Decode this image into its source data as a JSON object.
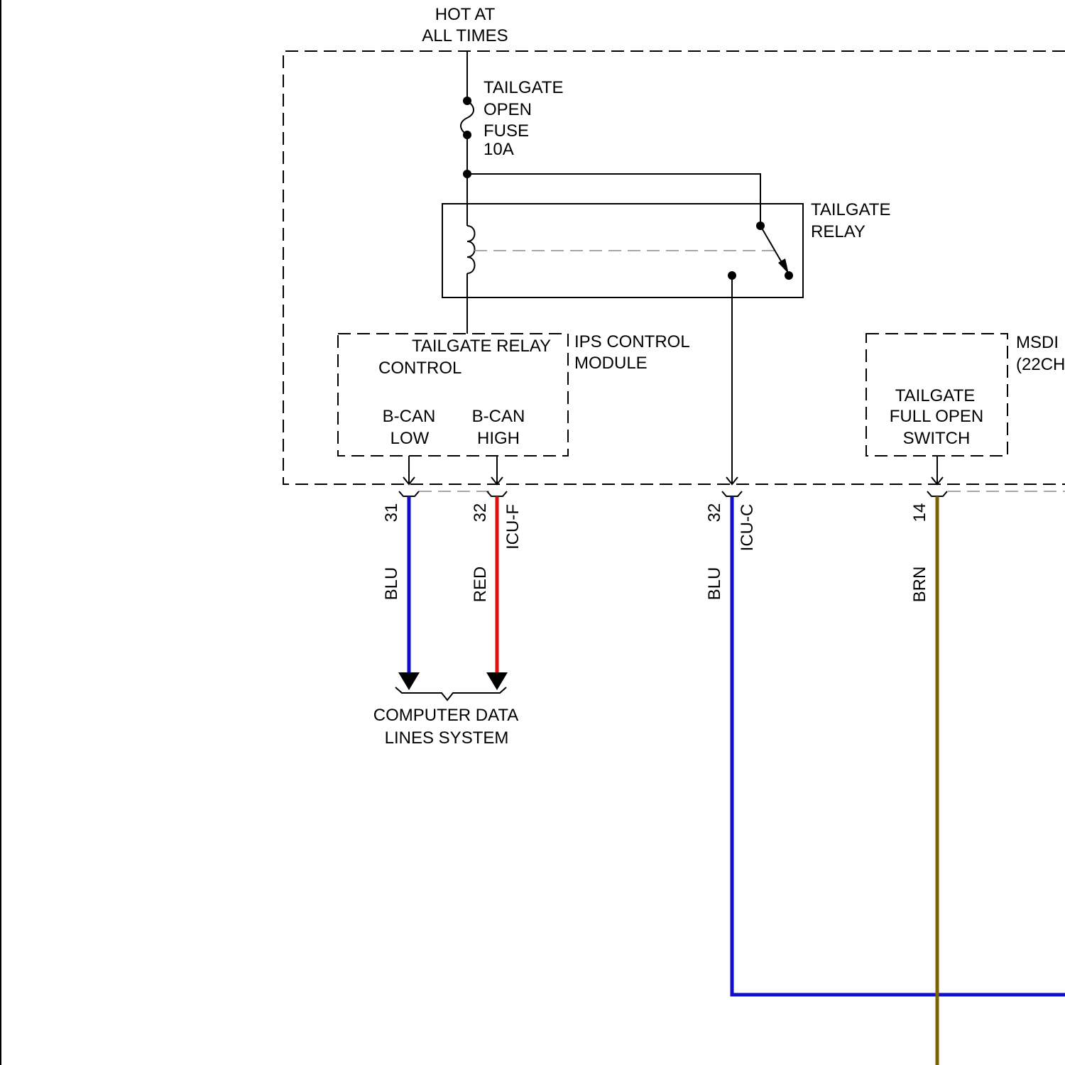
{
  "labels": {
    "power_source": [
      "HOT AT",
      "ALL TIMES"
    ],
    "fuse": [
      "TAILGATE",
      "OPEN",
      "FUSE",
      "10A"
    ],
    "relay": [
      "TAILGATE",
      "RELAY"
    ],
    "relay_control": [
      "TAILGATE RELAY",
      "CONTROL"
    ],
    "module": [
      "IPS CONTROL",
      "MODULE"
    ],
    "bcan_low": [
      "B-CAN",
      "LOW"
    ],
    "bcan_high": [
      "B-CAN",
      "HIGH"
    ],
    "msdi": [
      "MSDI",
      "(22CH"
    ],
    "switch": [
      "TAILGATE",
      "FULL OPEN",
      "SWITCH"
    ],
    "destination": [
      "COMPUTER DATA",
      "LINES SYSTEM"
    ]
  },
  "connectors": {
    "icu_f": "ICU-F",
    "icu_c": "ICU-C"
  },
  "wires": [
    {
      "id": "bcan-low",
      "pin": "31",
      "color_name": "BLU",
      "color": "#1010c8"
    },
    {
      "id": "bcan-high",
      "pin": "32",
      "color_name": "RED",
      "color": "#e01010"
    },
    {
      "id": "relay-output",
      "pin": "32",
      "color_name": "BLU",
      "color": "#1010c8"
    },
    {
      "id": "switch",
      "pin": "14",
      "color_name": "BRN",
      "color": "#7a6400"
    }
  ]
}
